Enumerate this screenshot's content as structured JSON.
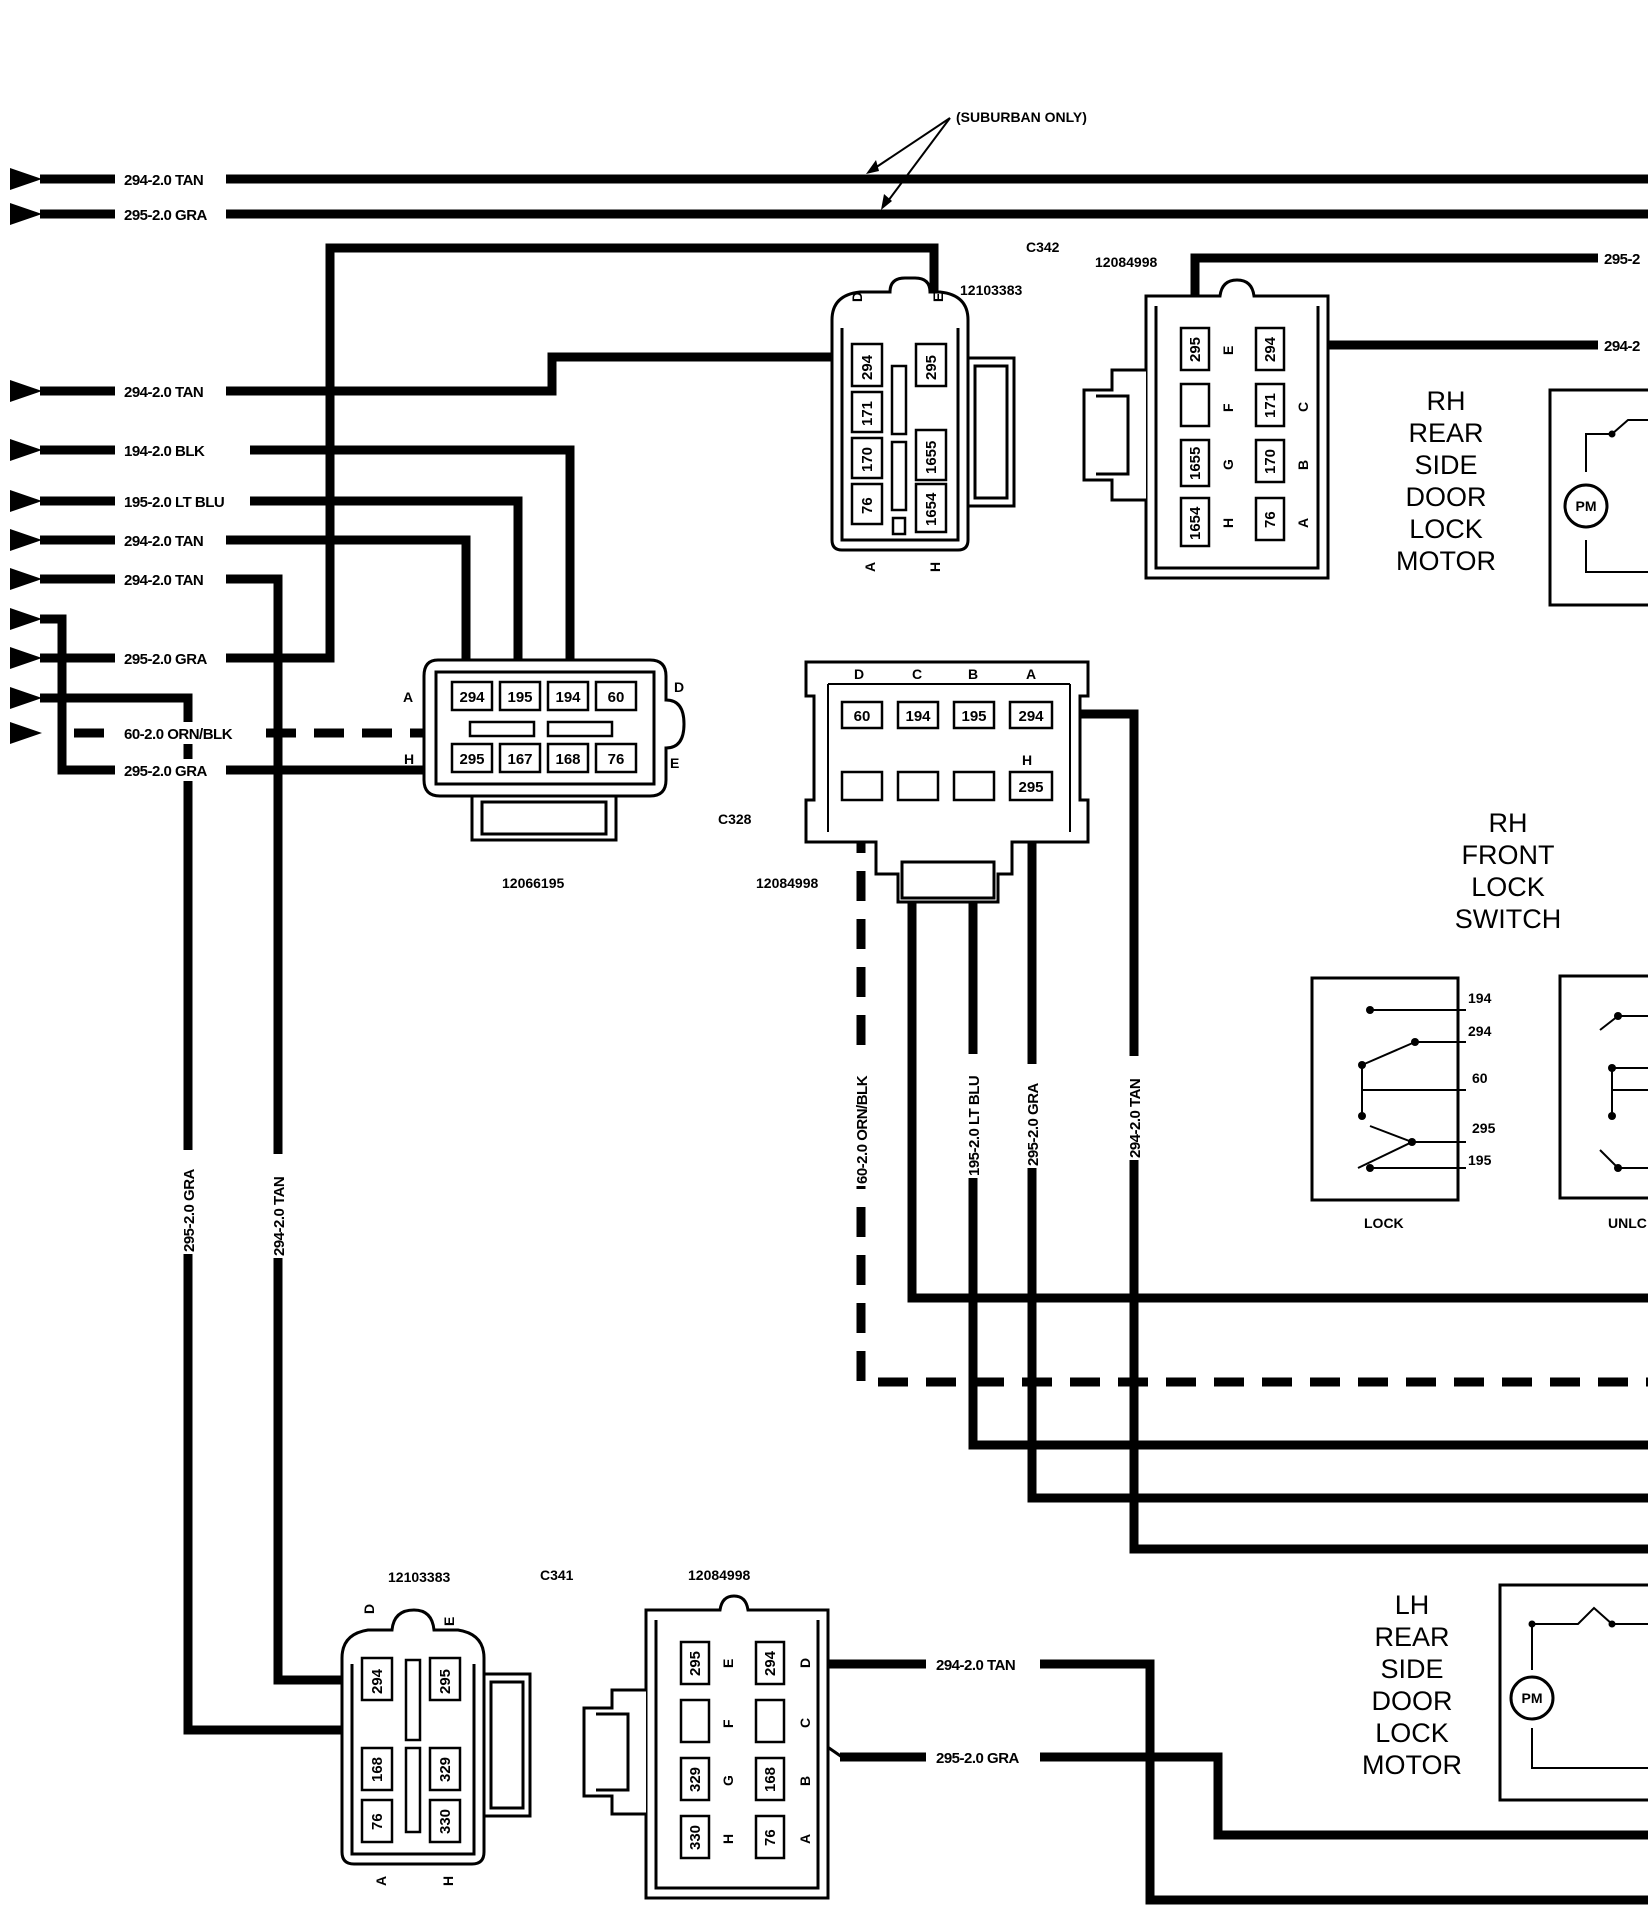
{
  "annotation": "(SUBURBAN ONLY)",
  "left_wires": {
    "w1": "294-2.0 TAN",
    "w2": "295-2.0 GRA",
    "w3": "294-2.0 TAN",
    "w4": "194-2.0 BLK",
    "w5": "195-2.0 LT BLU",
    "w6": "294-2.0 TAN",
    "w7": "294-2.0 TAN",
    "w8": "295-2.0 GRA",
    "w9": "60-2.0 ORN/BLK",
    "w10": "295-2.0 GRA"
  },
  "vertical_wires": {
    "gra_left": "295-2.0 GRA",
    "tan_left": "294-2.0 TAN",
    "orn": "60-2.0 ORN/BLK",
    "blu": "195-2.0 LT BLU",
    "gra": "295-2.0 GRA",
    "tan": "294-2.0 TAN"
  },
  "right_stubs": {
    "r1": "295-2",
    "r2": "294-2"
  },
  "lower_wires": {
    "tan": "294-2.0 TAN",
    "gra": "295-2.0 GRA"
  },
  "connectors": {
    "c342": {
      "name": "C342",
      "male_part": "12103383",
      "female_part": "12084998",
      "male_letters": {
        "top_left": "D",
        "top_right": "E",
        "bottom_left": "A",
        "bottom_right": "H"
      },
      "male_pins": {
        "p1": "294",
        "p2": "295",
        "p3": "171",
        "p4": "170",
        "p5": "1655",
        "p6": "76",
        "p7": "1654"
      },
      "female_letters": {
        "e": "E",
        "f": "F",
        "g": "G",
        "h": "H",
        "c": "C",
        "b": "B",
        "a": "A"
      },
      "female_pins": {
        "p1": "295",
        "p2": "294",
        "p3": "171",
        "p4": "1655",
        "p5": "170",
        "p6": "1654",
        "p7": "76"
      }
    },
    "c328": {
      "name": "C328",
      "part": "12084998",
      "letters": {
        "d": "D",
        "c": "C",
        "b": "B",
        "a": "A",
        "h": "H"
      },
      "pins": {
        "p1": "60",
        "p2": "194",
        "p3": "195",
        "p4": "294",
        "p5": "295"
      }
    },
    "harness": {
      "part": "12066195",
      "letters": {
        "a": "A",
        "d": "D",
        "h": "H",
        "e": "E"
      },
      "pins": {
        "p1": "294",
        "p2": "195",
        "p3": "194",
        "p4": "60",
        "p5": "295",
        "p6": "167",
        "p7": "168",
        "p8": "76"
      }
    },
    "c341": {
      "name": "C341",
      "male_part": "12103383",
      "female_part": "12084998",
      "male_letters": {
        "top_left": "D",
        "top_right": "E",
        "bottom_left": "A",
        "bottom_right": "H"
      },
      "male_pins": {
        "p1": "294",
        "p2": "295",
        "p3": "168",
        "p4": "329",
        "p5": "76",
        "p6": "330"
      },
      "female_letters": {
        "e": "E",
        "f": "F",
        "g": "G",
        "h": "H",
        "d": "D",
        "c": "C",
        "b": "B",
        "a": "A"
      },
      "female_pins": {
        "p1": "295",
        "p2": "294",
        "p3": "329",
        "p4": "168",
        "p5": "330",
        "p6": "76"
      }
    }
  },
  "components": {
    "rh_rear": [
      "RH",
      "REAR",
      "SIDE",
      "DOOR",
      "LOCK",
      "MOTOR"
    ],
    "rh_front_switch": [
      "RH",
      "FRONT",
      "LOCK",
      "SWITCH"
    ],
    "lh_rear": [
      "LH",
      "REAR",
      "SIDE",
      "DOOR",
      "LOCK",
      "MOTOR"
    ],
    "motor_symbol": "PM",
    "switch_pins": {
      "a": "194",
      "b": "294",
      "c": "60",
      "d": "295",
      "e": "195"
    },
    "switch_lock_label": "LOCK",
    "switch_unlock_label": "UNLC"
  }
}
